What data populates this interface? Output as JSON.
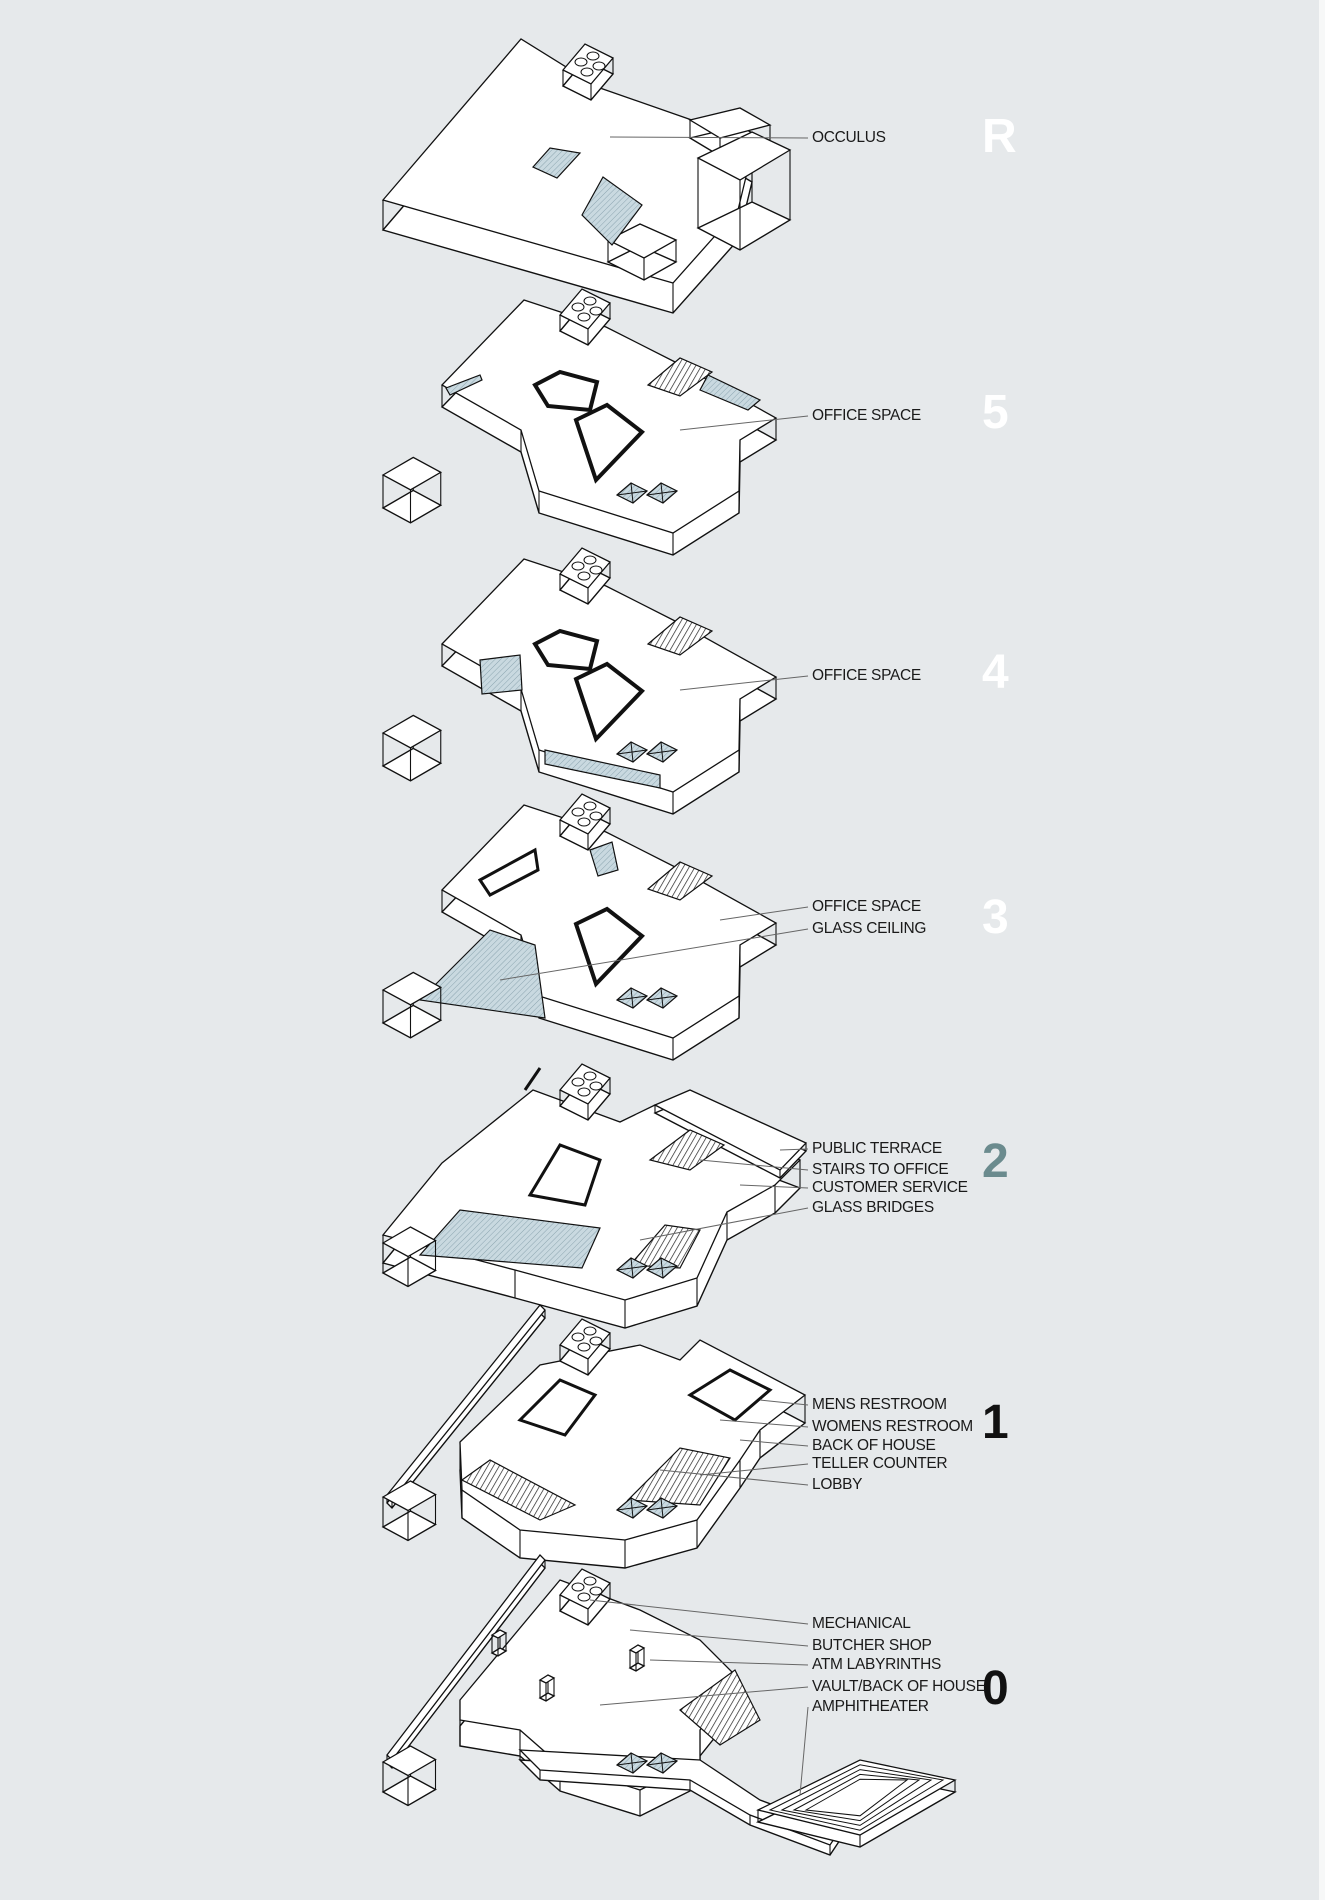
{
  "levels": [
    {
      "id": "R",
      "number": "R",
      "color": "#ffffff",
      "labels": [
        "OCCULUS"
      ]
    },
    {
      "id": "5",
      "number": "5",
      "color": "#ffffff",
      "labels": [
        "OFFICE SPACE"
      ]
    },
    {
      "id": "4",
      "number": "4",
      "color": "#ffffff",
      "labels": [
        "OFFICE SPACE"
      ]
    },
    {
      "id": "3",
      "number": "3",
      "color": "#ffffff",
      "labels": [
        "OFFICE SPACE",
        "GLASS CEILING"
      ]
    },
    {
      "id": "2",
      "number": "2",
      "color": "#6b8b8e",
      "labels": [
        "PUBLIC TERRACE",
        "STAIRS TO  OFFICE",
        "CUSTOMER SERVICE",
        "GLASS BRIDGES"
      ]
    },
    {
      "id": "1",
      "number": "1",
      "color": "#111111",
      "labels": [
        "MENS RESTROOM",
        "WOMENS RESTROOM",
        "BACK OF HOUSE",
        "TELLER COUNTER",
        "LOBBY"
      ]
    },
    {
      "id": "0",
      "number": "0",
      "color": "#111111",
      "labels": [
        "MECHANICAL",
        "BUTCHER SHOP",
        "ATM LABYRINTHS",
        "VAULT/BACK OF HOUSE",
        "AMPHITHEATER"
      ]
    }
  ],
  "colors": {
    "background": "#e6e9eb",
    "glass_hatch": "#c3d5dd",
    "line": "#111111",
    "slab": "#ffffff"
  }
}
